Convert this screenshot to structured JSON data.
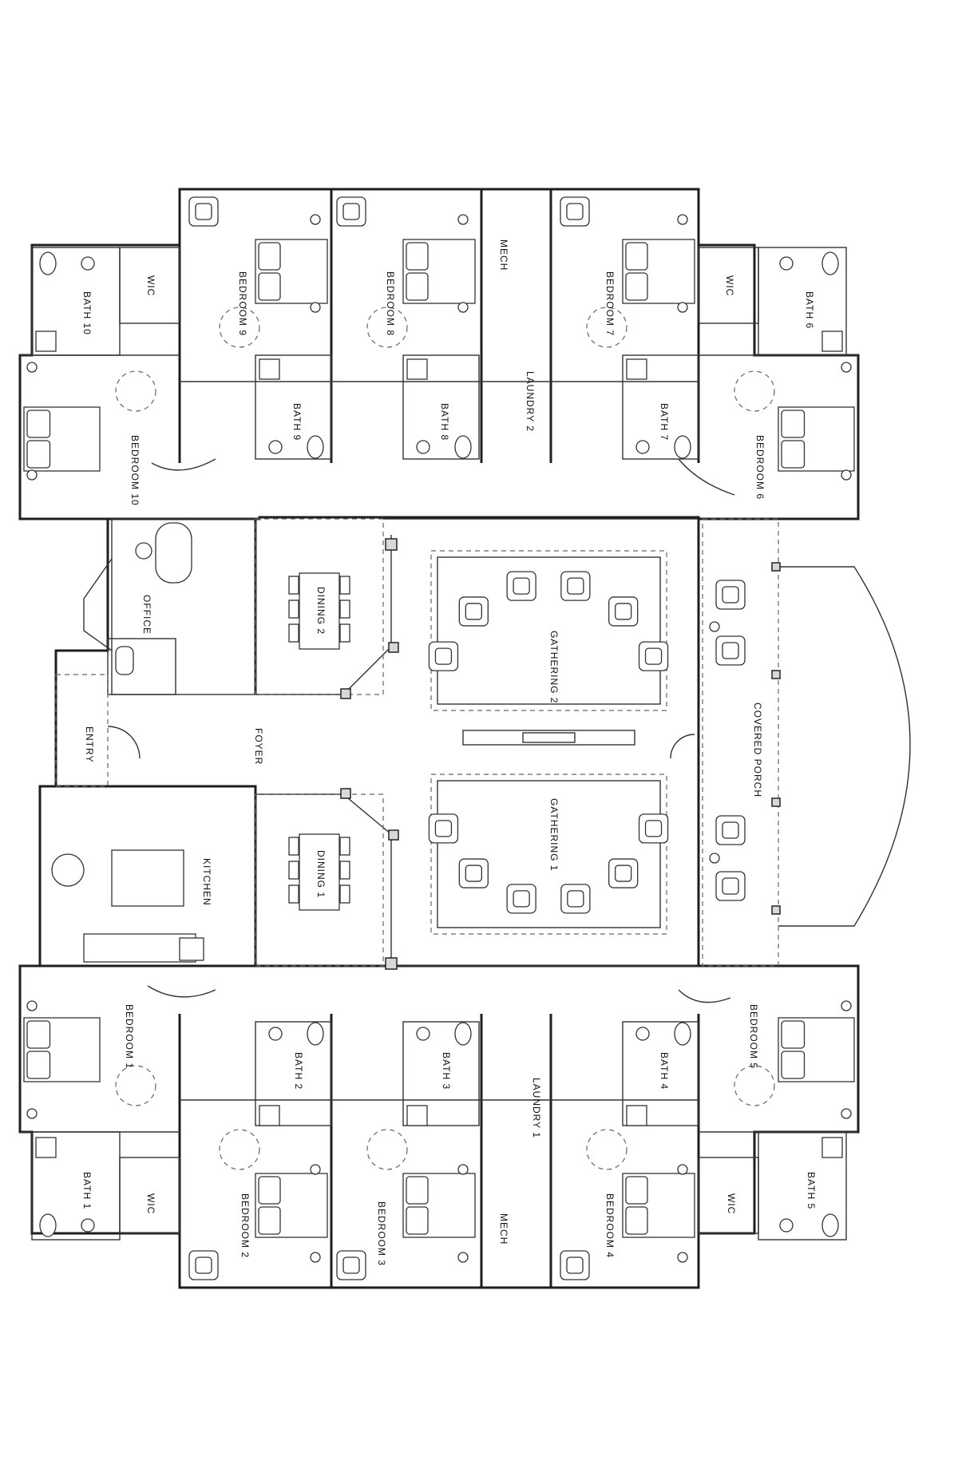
{
  "rooms": {
    "bedroom_1": "BEDROOM 1",
    "bedroom_2": "BEDROOM 2",
    "bedroom_3": "BEDROOM 3",
    "bedroom_4": "BEDROOM 4",
    "bedroom_5": "BEDROOM 5",
    "bedroom_6": "BEDROOM 6",
    "bedroom_7": "BEDROOM 7",
    "bedroom_8": "BEDROOM 8",
    "bedroom_9": "BEDROOM 9",
    "bedroom_10": "BEDROOM 10",
    "bath_1": "BATH 1",
    "bath_2": "BATH 2",
    "bath_3": "BATH 3",
    "bath_4": "BATH 4",
    "bath_5": "BATH 5",
    "bath_6": "BATH 6",
    "bath_7": "BATH 7",
    "bath_8": "BATH 8",
    "bath_9": "BATH 9",
    "bath_10": "BATH 10",
    "wic": "WIC",
    "laundry_1": "LAUNDRY 1",
    "laundry_2": "LAUNDRY 2",
    "mech": "MECH",
    "office": "OFFICE",
    "dining_1": "DINING 1",
    "dining_2": "DINING 2",
    "gathering_1": "GATHERING 1",
    "gathering_2": "GATHERING 2",
    "foyer": "FOYER",
    "entry": "ENTRY",
    "kitchen": "KITCHEN",
    "covered_porch": "COVERED PORCH"
  }
}
